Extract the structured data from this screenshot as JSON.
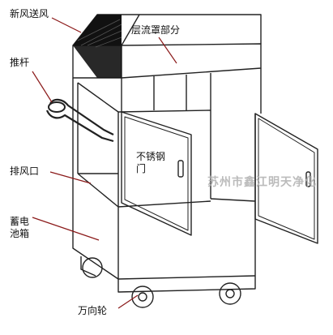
{
  "labels": {
    "fresh_air": "新风送风",
    "laminar_hood": "层流罩部分",
    "push_rod": "推杆",
    "steel_door": "不锈钢\n门",
    "exhaust_port": "排风口",
    "battery_box": "蓄电\n池箱",
    "casters": "万向轮"
  },
  "watermark": "苏州市鑫江明天净化",
  "colors": {
    "line": "#222222",
    "leader": "#8b1a1a",
    "fill_dark": "#111111",
    "watermark": "#b0b0b0"
  }
}
